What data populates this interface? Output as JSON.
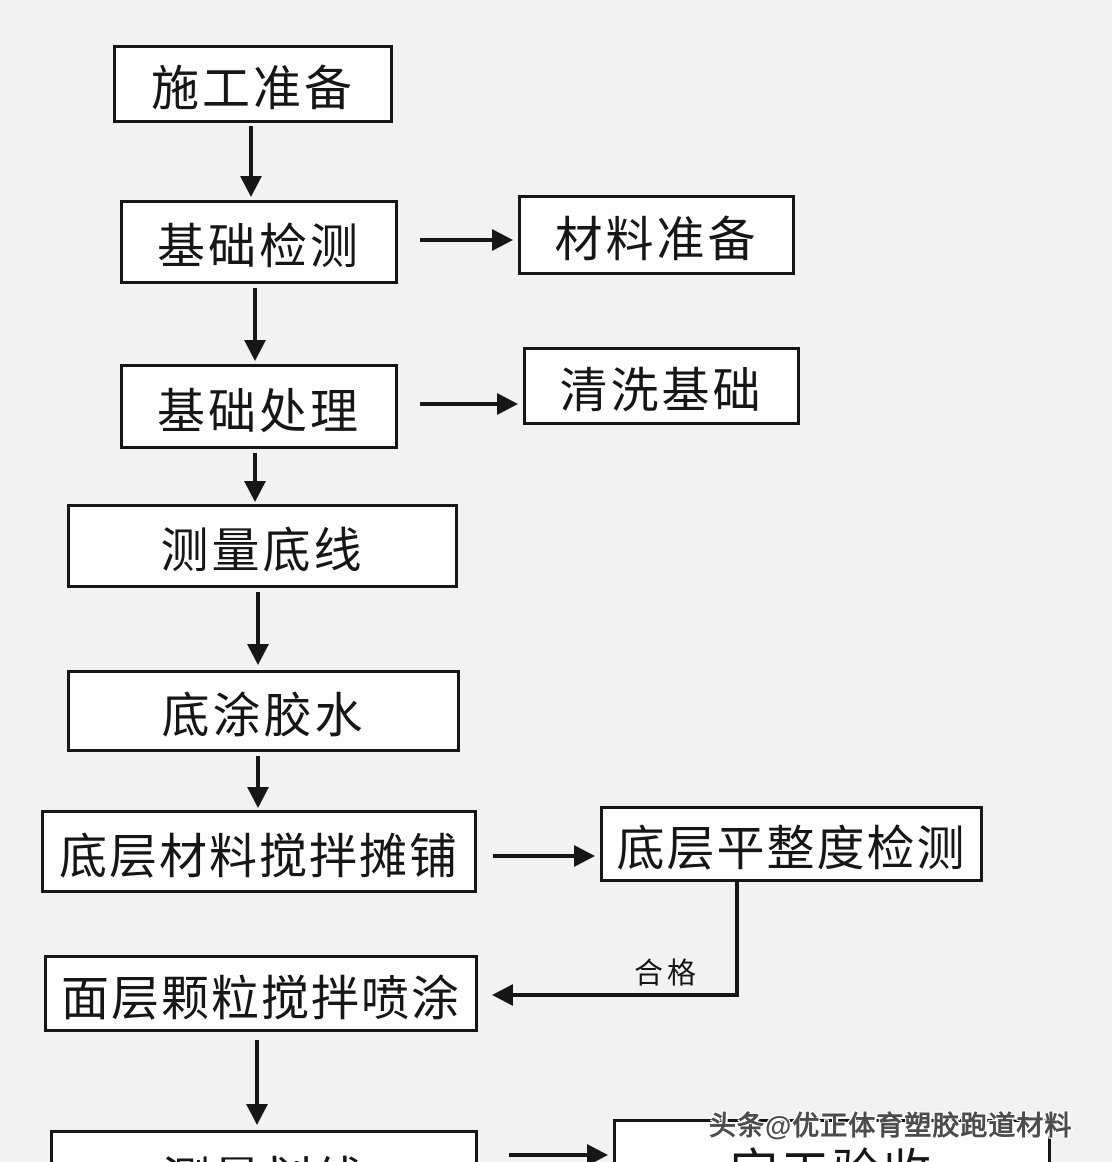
{
  "nodes": [
    {
      "id": "construction-prep",
      "label": "施工准备"
    },
    {
      "id": "foundation-inspection",
      "label": "基础检测"
    },
    {
      "id": "material-prep",
      "label": "材料准备"
    },
    {
      "id": "foundation-treatment",
      "label": "基础处理"
    },
    {
      "id": "foundation-cleaning",
      "label": "清洗基础"
    },
    {
      "id": "baseline-measurement",
      "label": "测量底线"
    },
    {
      "id": "primer-glue",
      "label": "底涂胶水"
    },
    {
      "id": "base-layer-mix-paving",
      "label": "底层材料搅拌摊铺"
    },
    {
      "id": "base-layer-flatness-inspection",
      "label": "底层平整度检测"
    },
    {
      "id": "surface-granule-spray",
      "label": "面层颗粒搅拌喷涂"
    },
    {
      "id": "measure-marking",
      "label": "测量划线"
    },
    {
      "id": "completion-acceptance",
      "label": "完工验收"
    }
  ],
  "labels": {
    "qualified": "合格"
  },
  "watermark": {
    "text": "头条@优正体育塑胶跑道材料"
  },
  "colors": {
    "background": "#f2f2f2",
    "box_fill": "#fdfdfd",
    "line": "#161616",
    "watermark": "#4c4c4c"
  }
}
